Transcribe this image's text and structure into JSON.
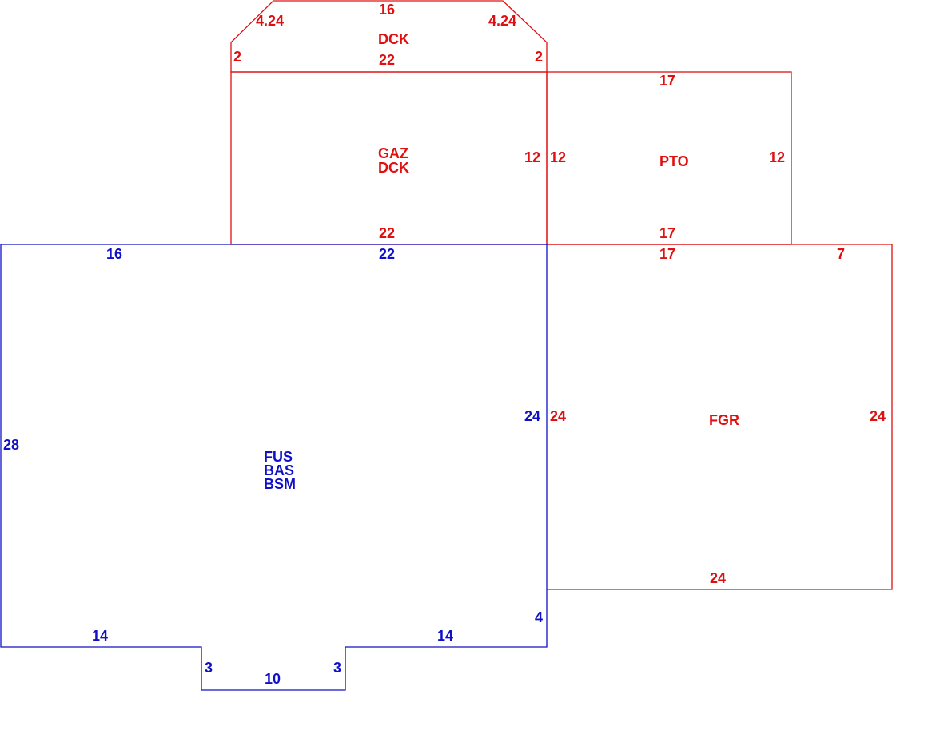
{
  "colors": {
    "red": "#e01010",
    "blue": "#1010c8"
  },
  "areas": {
    "dck_top": {
      "codes": [
        "DCK"
      ]
    },
    "gaz_dck": {
      "codes": [
        "GAZ",
        "DCK"
      ]
    },
    "pto": {
      "codes": [
        "PTO"
      ]
    },
    "fgr": {
      "codes": [
        "FGR"
      ]
    },
    "house": {
      "codes": [
        "FUS",
        "BAS",
        "BSM"
      ]
    }
  },
  "dims": {
    "dck_top": "16",
    "dck_diag_left": "4.24",
    "dck_diag_right": "4.24",
    "dck_left": "2",
    "dck_right": "2",
    "dck_bottom": "22",
    "gaz_right": "12",
    "gaz_bottom": "22",
    "pto_top": "17",
    "pto_left": "12",
    "pto_right": "12",
    "pto_bottom": "17",
    "fgr_top_a": "17",
    "fgr_top_b": "7",
    "fgr_left": "24",
    "fgr_right": "24",
    "fgr_bottom": "24",
    "house_top_a": "16",
    "house_top_b": "22",
    "house_left": "28",
    "house_right": "24",
    "house_right_lower": "4",
    "house_bottom_left": "14",
    "house_bottom_right": "14",
    "house_notch_left": "3",
    "house_notch_right": "3",
    "house_notch_bottom": "10"
  }
}
